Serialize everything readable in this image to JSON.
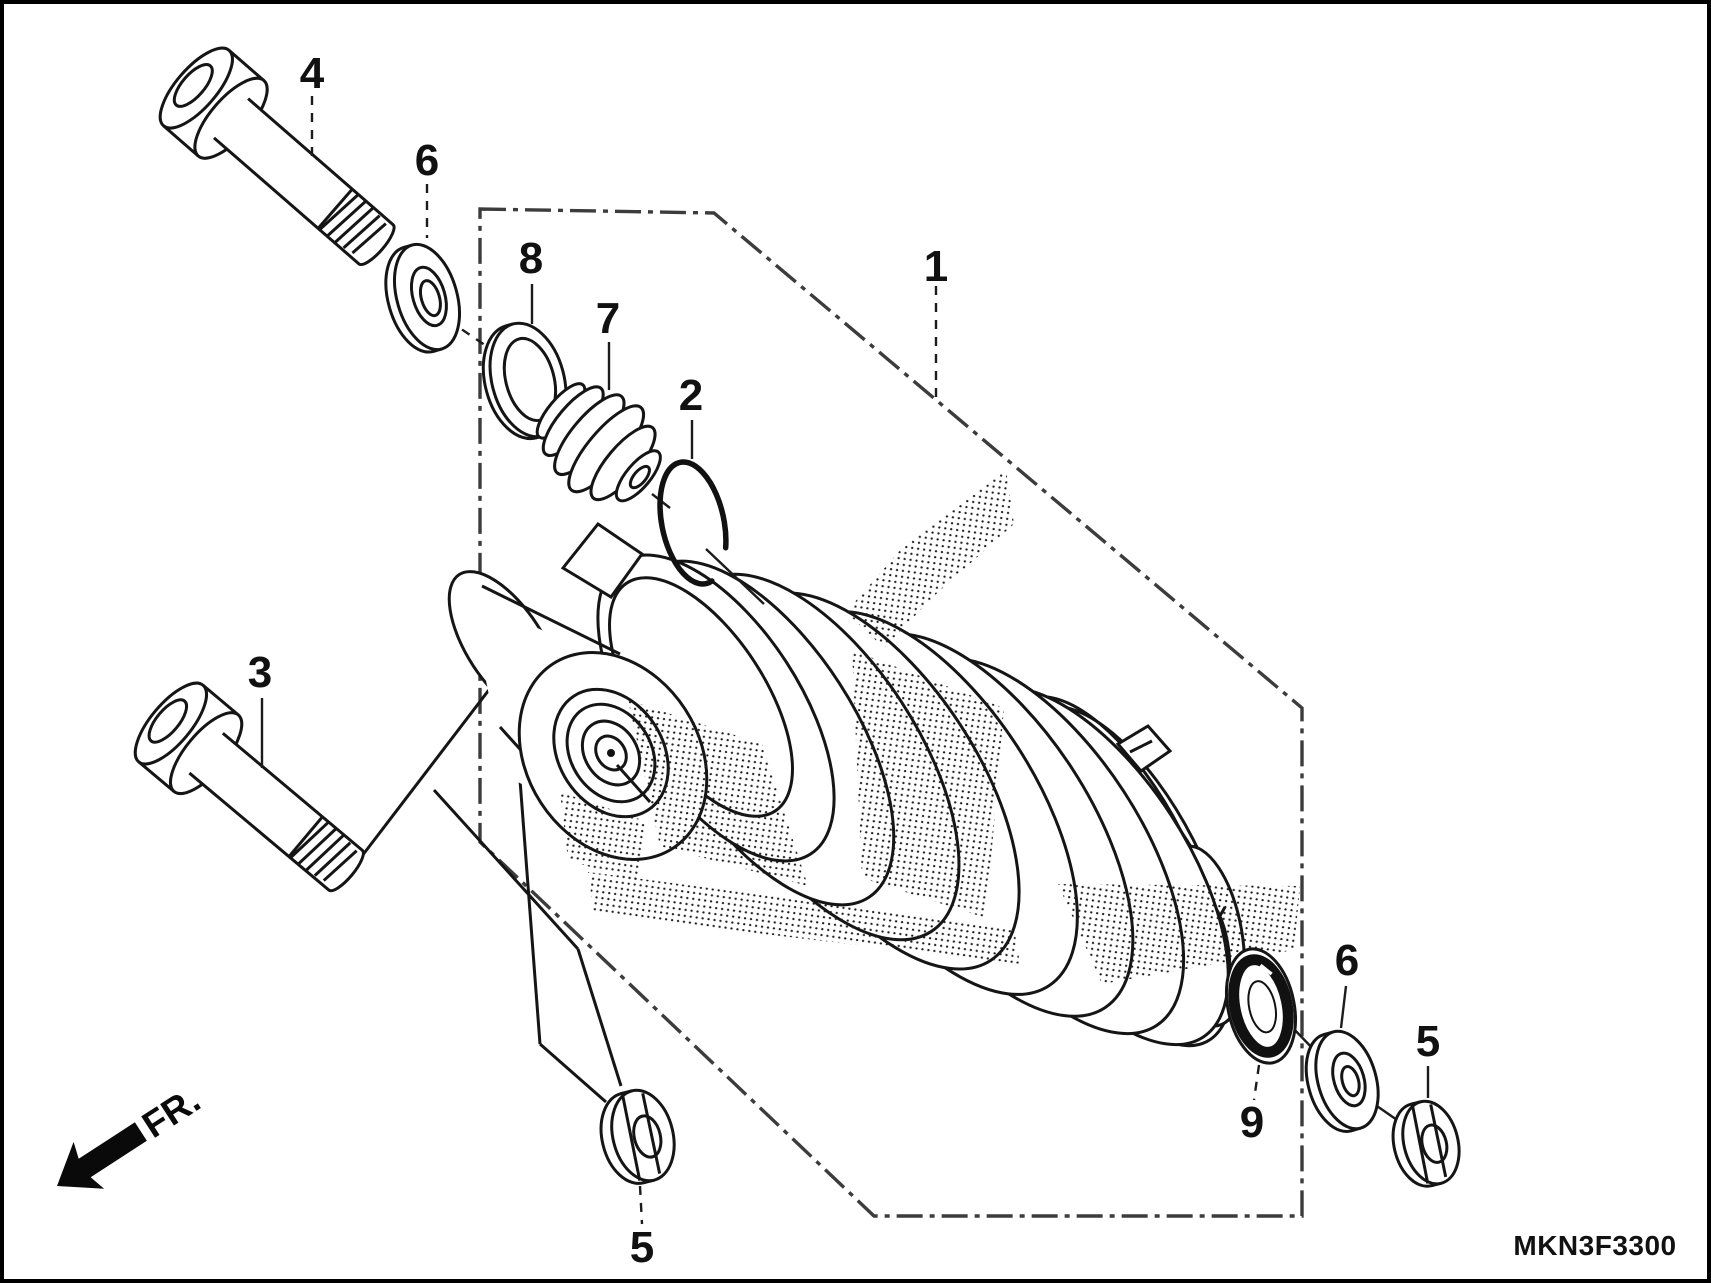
{
  "diagram": {
    "code": "MKN3F3300",
    "fr_label": "FR.",
    "callouts": [
      {
        "n": "1",
        "placement": "top-right-of-assembly-box"
      },
      {
        "n": "2",
        "placement": "above-snap-ring"
      },
      {
        "n": "3",
        "placement": "above-lower-left-bolt"
      },
      {
        "n": "4",
        "placement": "above-upper-left-bolt"
      },
      {
        "n": "5",
        "placement": "below-bottom-center-nut"
      },
      {
        "n": "5",
        "placement": "above-rear-right-nut"
      },
      {
        "n": "6",
        "placement": "above-upper-left-washer"
      },
      {
        "n": "6",
        "placement": "above-rear-right-washer"
      },
      {
        "n": "7",
        "placement": "above-bushing"
      },
      {
        "n": "8",
        "placement": "above-collar-ring"
      },
      {
        "n": "9",
        "placement": "below-rear-seal-ring"
      }
    ],
    "colors": {
      "ink": "#111111",
      "background": "#ffffff",
      "boundary_dash": "#3c3c3c"
    }
  }
}
